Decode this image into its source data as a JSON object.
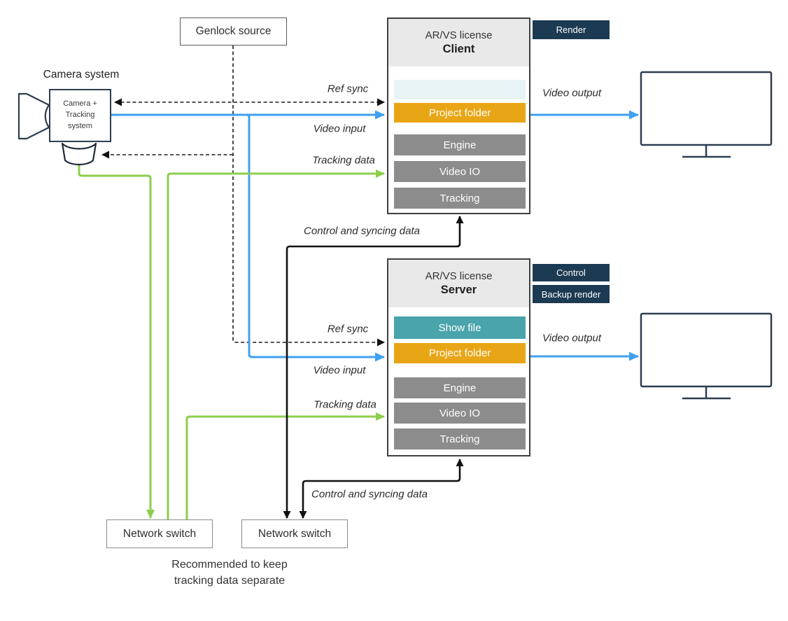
{
  "colors": {
    "badge_navy": "#1c3a52",
    "outline_navy": "#2c3e50",
    "module_gray": "#8c8c8c",
    "orange": "#e8a515",
    "teal": "#4aa4ab",
    "pale_slot": "#e8f3f5",
    "header_gray": "#e9e9e9",
    "arrow_blue": "#3fa0f0",
    "arrow_green": "#8dce4c",
    "arrow_black": "#111111"
  },
  "camera": {
    "title": "Camera system",
    "box_line1": "Camera +",
    "box_line2": "Tracking",
    "box_line3": "system"
  },
  "genlock": {
    "label": "Genlock source"
  },
  "client": {
    "license": "AR/VS license",
    "role": "Client",
    "project_folder": "Project folder",
    "engine": "Engine",
    "video_io": "Video IO",
    "tracking": "Tracking",
    "badge_render": "Render"
  },
  "server": {
    "license": "AR/VS license",
    "role": "Server",
    "show_file": "Show file",
    "project_folder": "Project folder",
    "engine": "Engine",
    "video_io": "Video IO",
    "tracking": "Tracking",
    "badge_control": "Control",
    "badge_backup": "Backup render"
  },
  "labels": {
    "ref_sync": "Ref sync",
    "video_input": "Video input",
    "video_output": "Video output",
    "tracking_data": "Tracking data",
    "control_sync": "Control and syncing data"
  },
  "switches": {
    "left": "Network switch",
    "right": "Network switch"
  },
  "note": {
    "line1": "Recommended to keep",
    "line2": "tracking data separate"
  }
}
